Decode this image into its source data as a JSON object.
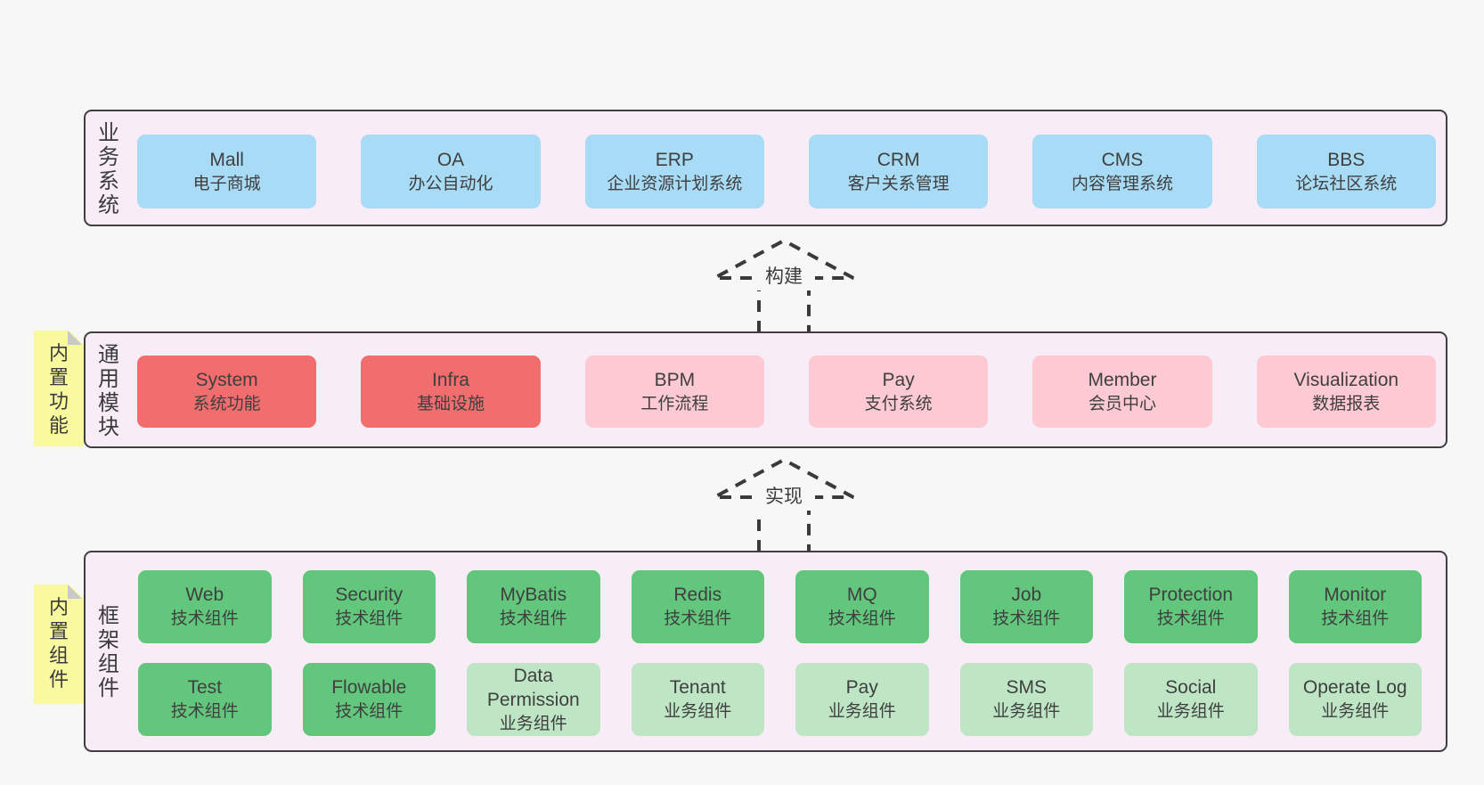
{
  "colors": {
    "page_bg": "#f7f7f7",
    "panel_bg": "#f8edf6",
    "panel_border": "#3f3f3f",
    "box_blue": "#a8dbf5",
    "box_red": "#f26d6d",
    "box_pink": "#fdc9d2",
    "box_green": "#63c67d",
    "box_green_light": "#bee6c5",
    "sticky_yellow": "#f9f9a0",
    "text": "#3f3f3f"
  },
  "arrows": [
    {
      "label": "构建"
    },
    {
      "label": "实现"
    }
  ],
  "business": {
    "label": "业务系统",
    "boxes": [
      {
        "en": "Mall",
        "cn": "电子商城",
        "variant": "blue"
      },
      {
        "en": "OA",
        "cn": "办公自动化",
        "variant": "blue"
      },
      {
        "en": "ERP",
        "cn": "企业资源计划系统",
        "variant": "blue"
      },
      {
        "en": "CRM",
        "cn": "客户关系管理",
        "variant": "blue"
      },
      {
        "en": "CMS",
        "cn": "内容管理系统",
        "variant": "blue"
      },
      {
        "en": "BBS",
        "cn": "论坛社区系统",
        "variant": "blue"
      }
    ]
  },
  "modules": {
    "label": "通用模块",
    "sticky": "内置功能",
    "boxes": [
      {
        "en": "System",
        "cn": "系统功能",
        "variant": "red"
      },
      {
        "en": "Infra",
        "cn": "基础设施",
        "variant": "red"
      },
      {
        "en": "BPM",
        "cn": "工作流程",
        "variant": "pink"
      },
      {
        "en": "Pay",
        "cn": "支付系统",
        "variant": "pink"
      },
      {
        "en": "Member",
        "cn": "会员中心",
        "variant": "pink"
      },
      {
        "en": "Visualization",
        "cn": "数据报表",
        "variant": "pink"
      }
    ]
  },
  "framework": {
    "label": "框架组件",
    "sticky": "内置组件",
    "row1": [
      {
        "en": "Web",
        "cn": "技术组件",
        "variant": "green"
      },
      {
        "en": "Security",
        "cn": "技术组件",
        "variant": "green"
      },
      {
        "en": "MyBatis",
        "cn": "技术组件",
        "variant": "green"
      },
      {
        "en": "Redis",
        "cn": "技术组件",
        "variant": "green"
      },
      {
        "en": "MQ",
        "cn": "技术组件",
        "variant": "green"
      },
      {
        "en": "Job",
        "cn": "技术组件",
        "variant": "green"
      },
      {
        "en": "Protection",
        "cn": "技术组件",
        "variant": "green"
      },
      {
        "en": "Monitor",
        "cn": "技术组件",
        "variant": "green"
      }
    ],
    "row2": [
      {
        "en": "Test",
        "cn": "技术组件",
        "variant": "green"
      },
      {
        "en": "Flowable",
        "cn": "技术组件",
        "variant": "green"
      },
      {
        "en": "Data Permission",
        "cn": "业务组件",
        "variant": "green-light"
      },
      {
        "en": "Tenant",
        "cn": "业务组件",
        "variant": "green-light"
      },
      {
        "en": "Pay",
        "cn": "业务组件",
        "variant": "green-light"
      },
      {
        "en": "SMS",
        "cn": "业务组件",
        "variant": "green-light"
      },
      {
        "en": "Social",
        "cn": "业务组件",
        "variant": "green-light"
      },
      {
        "en": "Operate Log",
        "cn": "业务组件",
        "variant": "green-light"
      }
    ]
  }
}
